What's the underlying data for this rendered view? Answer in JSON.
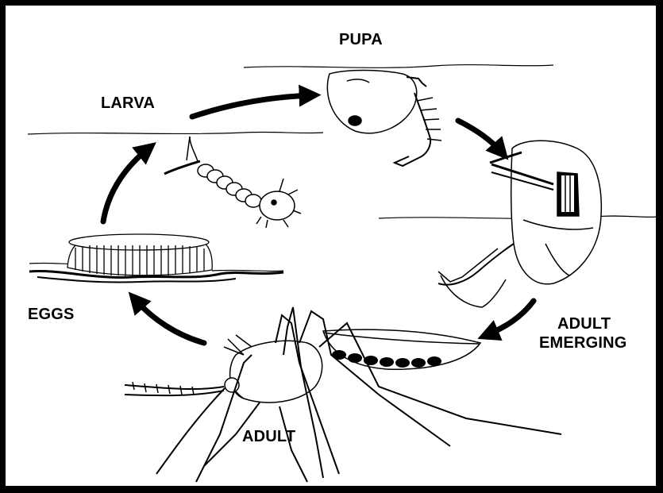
{
  "colors": {
    "ink": "#000000",
    "paper": "#ffffff"
  },
  "stages": {
    "pupa": "PUPA",
    "larva": "LARVA",
    "eggs": "EGGS",
    "adult": "ADULT",
    "adult_emerging_line1": "ADULT",
    "adult_emerging_line2": "EMERGING"
  },
  "icons": [
    "egg-raft-icon",
    "larva-icon",
    "pupa-icon",
    "emerging-adult-icon",
    "mosquito-adult-icon",
    "cycle-arrow-icon"
  ]
}
